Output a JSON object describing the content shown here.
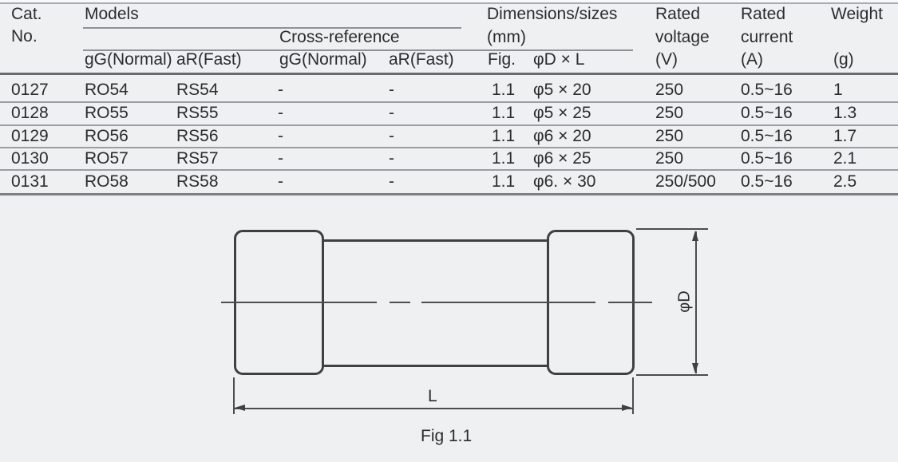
{
  "colors": {
    "background": "#eff0f2",
    "text": "#2b2c2e",
    "rule_light": "#9a9ea1",
    "rule_mid": "#8e9296",
    "rule_dark": "#676b6f",
    "line": "#3f4042"
  },
  "table": {
    "header": {
      "cat1": "Cat.",
      "cat2": "No.",
      "models": "Models",
      "cross_reference": "Cross-reference",
      "dims1": "Dimensions/sizes",
      "dims2": "(mm)",
      "voltage1": "Rated",
      "voltage2": "voltage",
      "voltage_unit": "(V)",
      "current1": "Rated",
      "current2": "current",
      "current_unit": "(A)",
      "weight1": "Weight",
      "weight_unit": "(g)",
      "sub_gg": "gG(Normal)",
      "sub_ar": "aR(Fast)",
      "sub_cross_gg": "gG(Normal)",
      "sub_cross_ar": "aR(Fast)",
      "sub_fig": "Fig.",
      "sub_dl": "φD × L"
    },
    "rows": [
      {
        "cat": "0127",
        "model_gg": "RO54",
        "model_ar": "RS54",
        "cross_gg": "-",
        "cross_ar": "-",
        "fig": "1.1",
        "d_l": "φ5 × 20",
        "voltage": "250",
        "current": "0.5~16",
        "weight": "1"
      },
      {
        "cat": "0128",
        "model_gg": "RO55",
        "model_ar": "RS55",
        "cross_gg": "-",
        "cross_ar": "-",
        "fig": "1.1",
        "d_l": "φ5 × 25",
        "voltage": "250",
        "current": "0.5~16",
        "weight": "1.3"
      },
      {
        "cat": "0129",
        "model_gg": "RO56",
        "model_ar": "RS56",
        "cross_gg": "-",
        "cross_ar": "-",
        "fig": "1.1",
        "d_l": "φ6 × 20",
        "voltage": "250",
        "current": "0.5~16",
        "weight": "1.7"
      },
      {
        "cat": "0130",
        "model_gg": "RO57",
        "model_ar": "RS57",
        "cross_gg": "-",
        "cross_ar": "-",
        "fig": "1.1",
        "d_l": "φ6 × 25",
        "voltage": "250",
        "current": "0.5~16",
        "weight": "2.1"
      },
      {
        "cat": "0131",
        "model_gg": "RO58",
        "model_ar": "RS58",
        "cross_gg": "-",
        "cross_ar": "-",
        "fig": "1.1",
        "d_l": "φ6. × 30",
        "voltage": "250/500",
        "current": "0.5~16",
        "weight": "2.5"
      }
    ]
  },
  "figure": {
    "phi_d": "φD",
    "l": "L",
    "caption": "Fig 1.1"
  }
}
